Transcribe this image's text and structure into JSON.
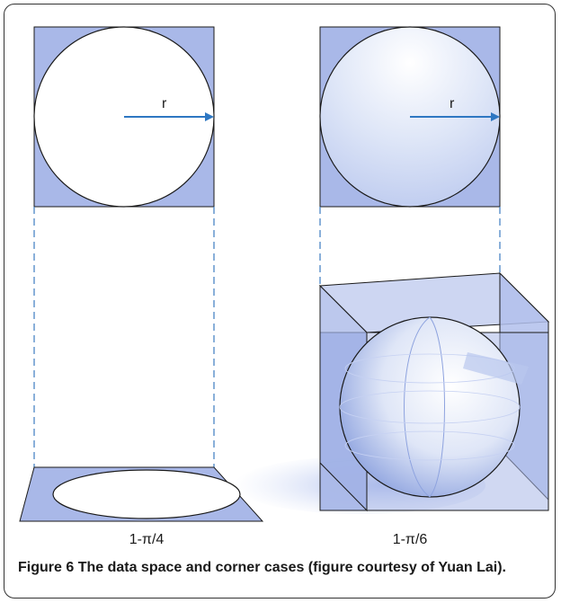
{
  "figure": {
    "left_panel": {
      "radius_label": "r",
      "ratio_label": "1-π/4"
    },
    "right_panel": {
      "radius_label": "r",
      "ratio_label": "1-π/6"
    },
    "caption": {
      "label": "Figure 6",
      "text": "The data space and corner cases (figure courtesy of Yuan Lai)."
    },
    "colors": {
      "fill": "#a9b8e8",
      "arrow": "#2e77c2",
      "dash": "#3c7cc0",
      "outline": "#1a1a1a"
    }
  }
}
